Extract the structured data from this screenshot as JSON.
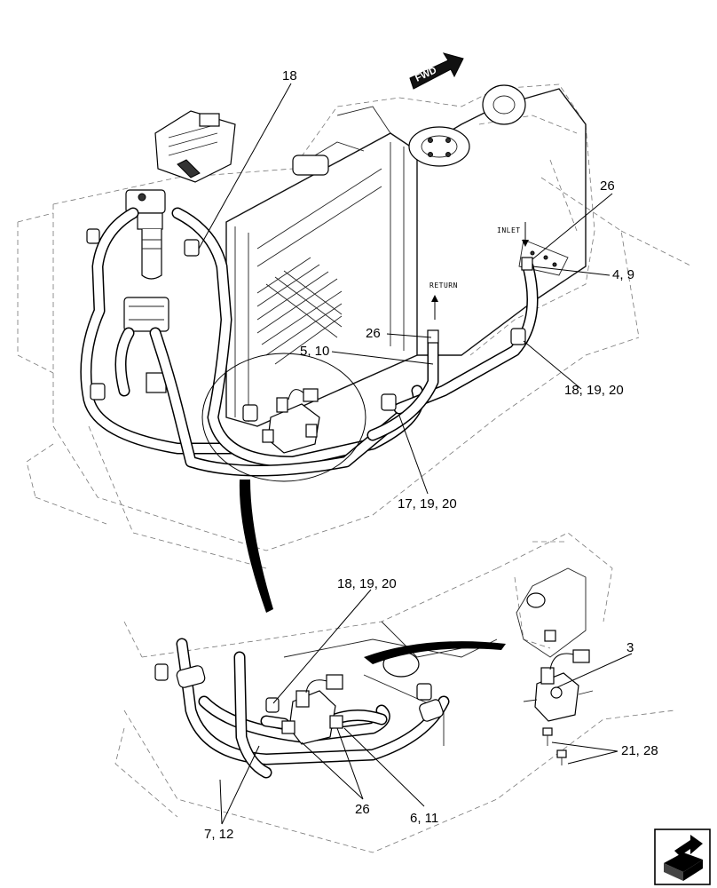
{
  "labels": {
    "fwd": "FWD",
    "inlet": "INLET",
    "return": "RETURN"
  },
  "callouts": [
    {
      "id": "c18",
      "text": "18"
    },
    {
      "id": "c26a",
      "text": "26"
    },
    {
      "id": "c4-9",
      "text": "4, 9"
    },
    {
      "id": "c26b",
      "text": "26"
    },
    {
      "id": "c5-10",
      "text": "5, 10"
    },
    {
      "id": "c18-19-20a",
      "text": "18, 19, 20"
    },
    {
      "id": "c17-19-20",
      "text": "17, 19, 20"
    },
    {
      "id": "c18-19-20b",
      "text": "18, 19, 20"
    },
    {
      "id": "c3",
      "text": "3"
    },
    {
      "id": "c21-28",
      "text": "21, 28"
    },
    {
      "id": "c26c",
      "text": "26"
    },
    {
      "id": "c6-11",
      "text": "6, 11"
    },
    {
      "id": "c7-12",
      "text": "7, 12"
    }
  ],
  "colors": {
    "line": "#000000",
    "ghost": "#777777",
    "background": "#ffffff"
  },
  "icons": [
    "forward-arrow-icon",
    "next-page-icon"
  ]
}
